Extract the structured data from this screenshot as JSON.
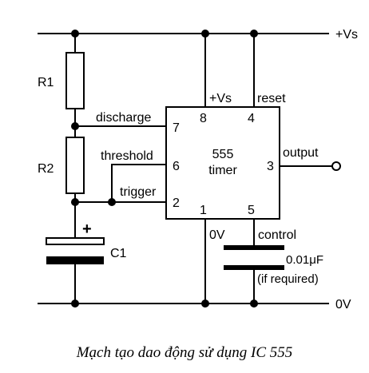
{
  "rails": {
    "top_label": "+Vs",
    "bottom_label": "0V"
  },
  "components": {
    "r1": "R1",
    "r2": "R2",
    "c1": "C1",
    "c1_polarity": "+"
  },
  "ic": {
    "name_line1": "555",
    "name_line2": "timer",
    "pins": {
      "p8": "8",
      "p4": "4",
      "p7": "7",
      "p6": "6",
      "p2": "2",
      "p3": "3",
      "p1": "1",
      "p5": "5"
    },
    "pin_labels": {
      "vs": "+Vs",
      "reset": "reset",
      "discharge": "discharge",
      "threshold": "threshold",
      "trigger": "trigger",
      "output": "output",
      "gnd": "0V",
      "control": "control"
    }
  },
  "control_cap": {
    "value": "0.01μF",
    "note": "(if required)"
  },
  "caption": "Mạch tạo dao động sử dụng IC 555"
}
